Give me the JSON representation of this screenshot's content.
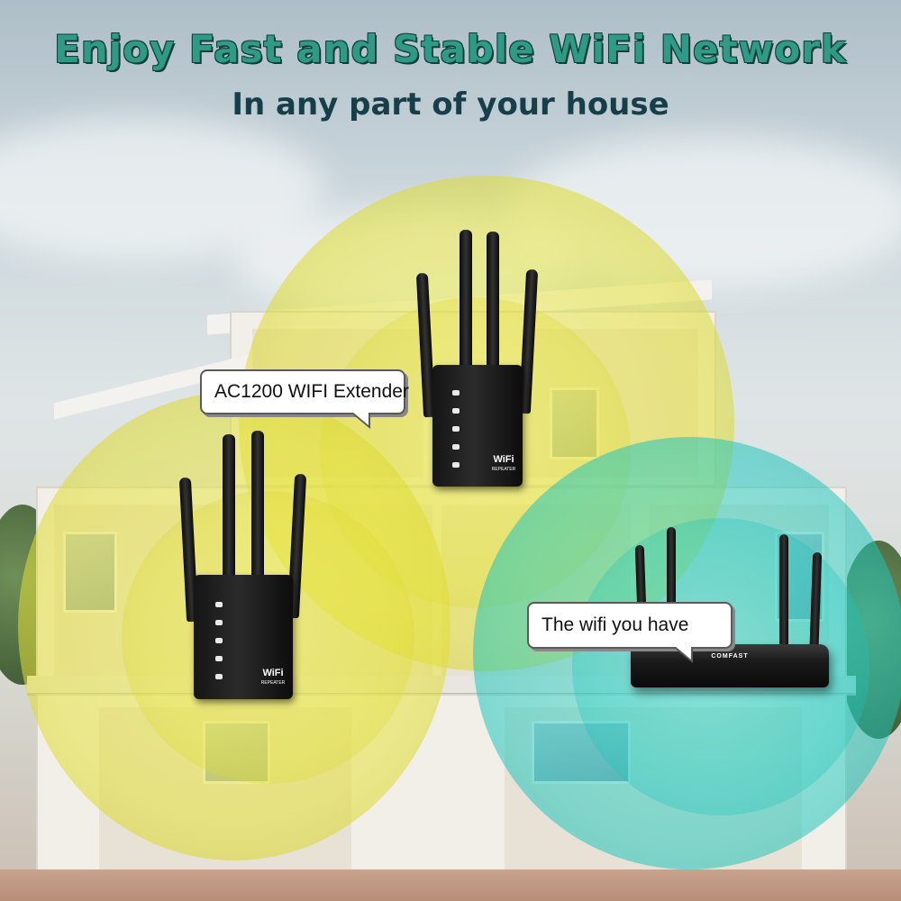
{
  "headline": "Enjoy Fast and Stable WiFi Network",
  "subheadline": "In any part of your house",
  "callouts": {
    "extender": "AC1200 WIFI Extender",
    "router": "The wifi you have"
  },
  "devices": {
    "extender_brand": "WiFi",
    "extender_sub": "REPEATER",
    "router_brand": "COMFAST"
  },
  "colors": {
    "headline": "#2f9a86",
    "subheadline": "#163f4a",
    "coverage_extender": "#e4e23c",
    "coverage_router": "#1ec8be"
  }
}
